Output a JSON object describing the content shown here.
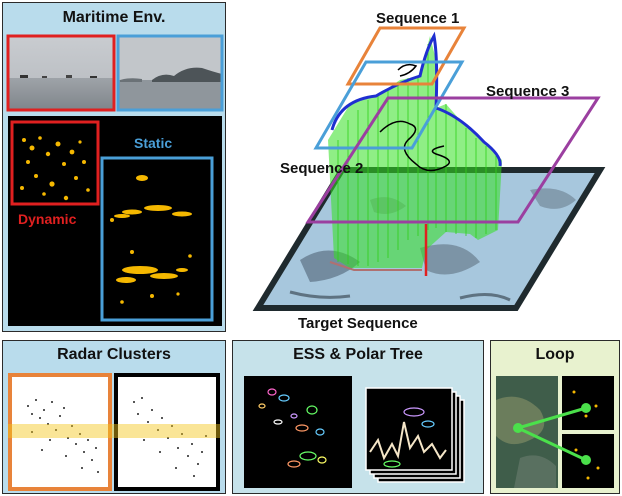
{
  "panels": {
    "maritime": {
      "title": "Maritime Env.",
      "dynamic_label": "Dynamic",
      "static_label": "Static"
    },
    "radar": {
      "title": "Radar Clusters"
    },
    "ess": {
      "title": "ESS & Polar Tree"
    },
    "loop": {
      "title": "Loop"
    }
  },
  "diagram": {
    "sequence_1": "Sequence 1",
    "sequence_2": "Sequence 2",
    "sequence_3": "Sequence 3",
    "target": "Target Sequence"
  },
  "colors": {
    "maritime_bg": "#b9dcec",
    "radar_bg": "#b9dcec",
    "ess_bg": "#c6e2ea",
    "loop_bg": "#e8f2cf",
    "red": "#e02020",
    "blue": "#4a9fd8",
    "orange": "#e8833a",
    "purple": "#9b3fa0",
    "green": "#33e020",
    "dark_blue": "#1f2fd0",
    "radar_yellow": "#f5c518"
  }
}
